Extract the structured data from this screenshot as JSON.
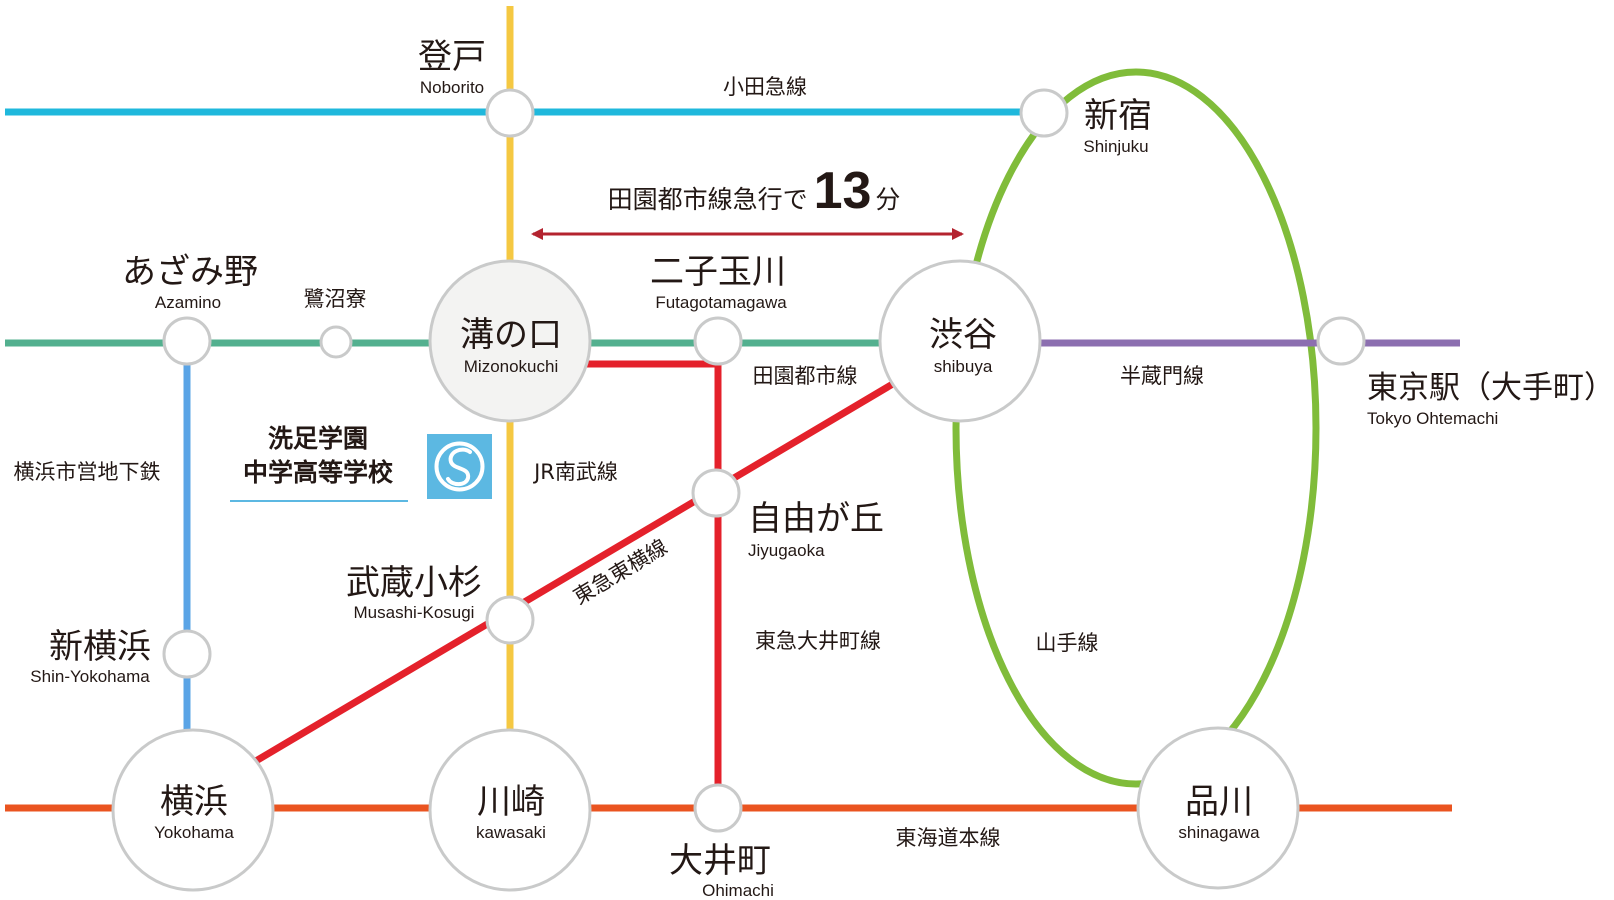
{
  "lines": {
    "odakyu": {
      "label": "小田急線",
      "color": "#1fb8dc"
    },
    "denentoshi": {
      "label": "田園都市線",
      "color": "#53b08f"
    },
    "hanzomon": {
      "label": "半蔵門線",
      "color": "#8c6fb0"
    },
    "yokohama_subway": {
      "label": "横浜市営地下鉄",
      "color": "#5aa4e6"
    },
    "nambu": {
      "label": "JR南武線",
      "color": "#f5c842"
    },
    "toyoko": {
      "label": "東急東横線",
      "color": "#e4212b"
    },
    "oimachi": {
      "label": "東急大井町線",
      "color": "#e4212b"
    },
    "yamanote": {
      "label": "山手線",
      "color": "#80bc3a"
    },
    "tokaido": {
      "label": "東海道本線",
      "color": "#ea5420"
    }
  },
  "express_banner": {
    "prefix": "田園都市線急行で",
    "minutes": "13",
    "unit": "分"
  },
  "stations": {
    "noborito": {
      "jp": "登戸",
      "en": "Noborito"
    },
    "shinjuku": {
      "jp": "新宿",
      "en": "Shinjuku"
    },
    "azamino": {
      "jp": "あざみ野",
      "en": "Azamino"
    },
    "saginuma": {
      "jp": "鷺沼寮"
    },
    "mizonokuchi": {
      "jp": "溝の口",
      "en": "Mizonokuchi"
    },
    "futakotamagawa": {
      "jp": "二子玉川",
      "en": "Futagotamagawa"
    },
    "shibuya": {
      "jp": "渋谷",
      "en": "shibuya"
    },
    "tokyo": {
      "jp": "東京駅（大手町）",
      "en": "Tokyo Ohtemachi"
    },
    "jiyugaoka": {
      "jp": "自由が丘",
      "en": "Jiyugaoka"
    },
    "musashikosugi": {
      "jp": "武蔵小杉",
      "en": "Musashi-Kosugi"
    },
    "shinyokohama": {
      "jp": "新横浜",
      "en": "Shin-Yokohama"
    },
    "yokohama": {
      "jp": "横浜",
      "en": "Yokohama"
    },
    "kawasaki": {
      "jp": "川崎",
      "en": "kawasaki"
    },
    "oimachi": {
      "jp": "大井町",
      "en": "Ohimachi"
    },
    "shinagawa": {
      "jp": "品川",
      "en": "shinagawa"
    }
  },
  "school": {
    "line1": "洗足学園",
    "line2": "中学高等学校",
    "logo_color": "#5cb8e2"
  },
  "colors": {
    "station_ring": "#c9caca",
    "hub_fill": "#f3f3f2",
    "arrow": "#b4232f",
    "text": "#231815"
  }
}
